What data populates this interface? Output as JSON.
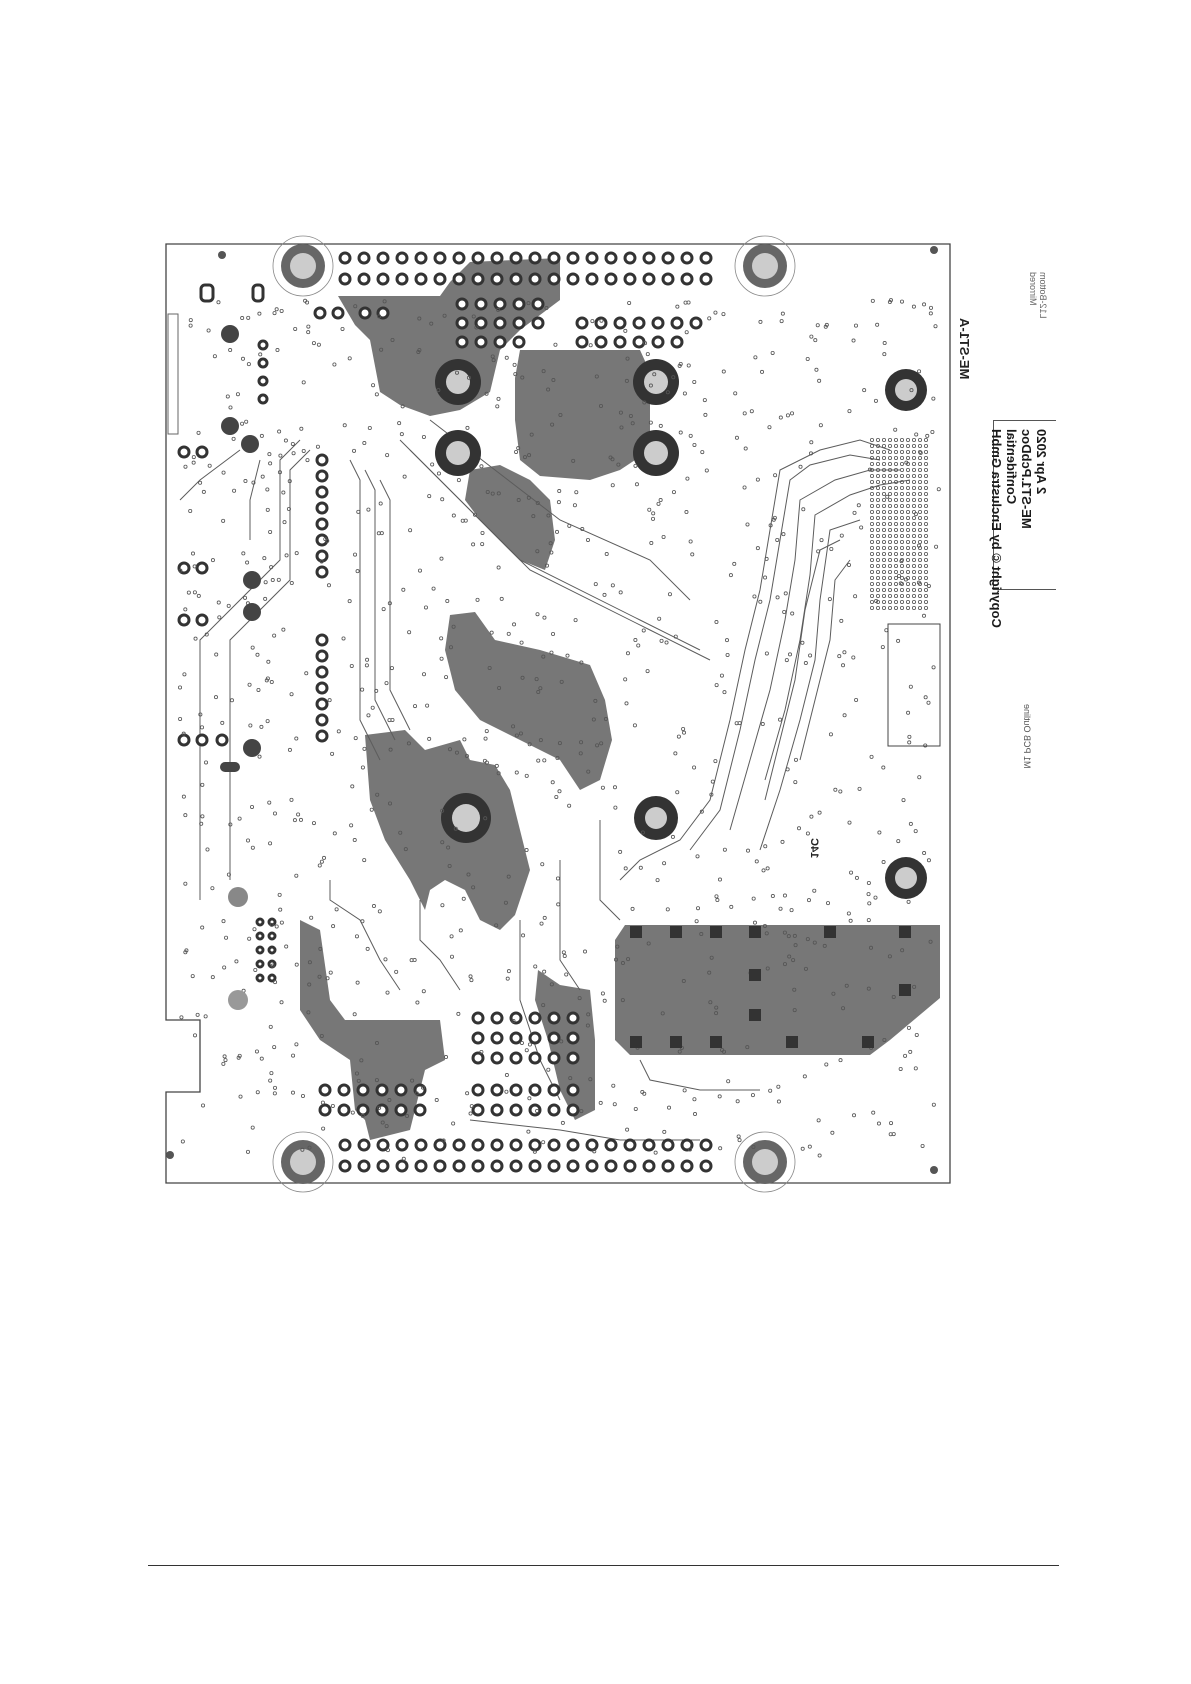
{
  "board": {
    "silk_label": "ME-ST1-A",
    "marker": "14C"
  },
  "title_block": {
    "date": "2 Apr 2020",
    "file": "ME-ST1.PcbDoc",
    "confidential": "Confidential",
    "copyright": "Copyright © by Enclustra GmbH"
  },
  "side_notes": {
    "layer": "L12-Bottom",
    "scale": "Mirrored",
    "outline": "M1 PCB Outline"
  },
  "colors": {
    "copper": "#767676",
    "pad_ring": "#3a3a3a",
    "trace": "#5c5c5c",
    "outline": "#444444"
  }
}
